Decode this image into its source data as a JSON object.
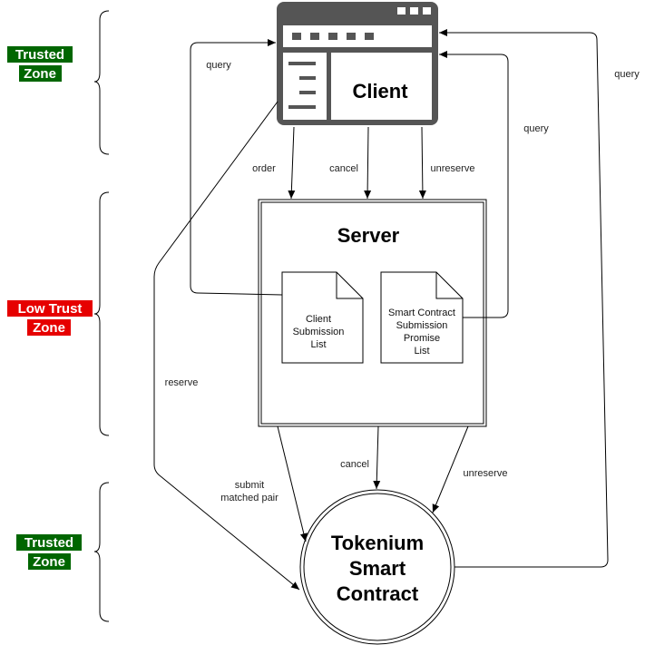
{
  "zones": [
    {
      "line1": "Trusted",
      "line2": "Zone",
      "color": "#006600"
    },
    {
      "line1": "Low Trust",
      "line2": "Zone",
      "color": "#e60000"
    },
    {
      "line1": "Trusted",
      "line2": "Zone",
      "color": "#006600"
    }
  ],
  "client": {
    "title": "Client",
    "color": "#555555"
  },
  "server": {
    "title": "Server"
  },
  "documents": {
    "client_list": [
      "Client",
      "Submission",
      "List"
    ],
    "promise_list": [
      "Smart Contract",
      "Submission",
      "Promise",
      "List"
    ]
  },
  "contract": {
    "lines": [
      "Tokenium",
      "Smart",
      "Contract"
    ]
  },
  "edges": {
    "order": "order",
    "cancel_top": "cancel",
    "unreserve_top": "unreserve",
    "query_left": "query",
    "query_mid": "query",
    "query_right": "query",
    "reserve": "reserve",
    "submit_line1": "submit",
    "submit_line2": "matched pair",
    "cancel_bottom": "cancel",
    "unreserve_bottom": "unreserve"
  }
}
